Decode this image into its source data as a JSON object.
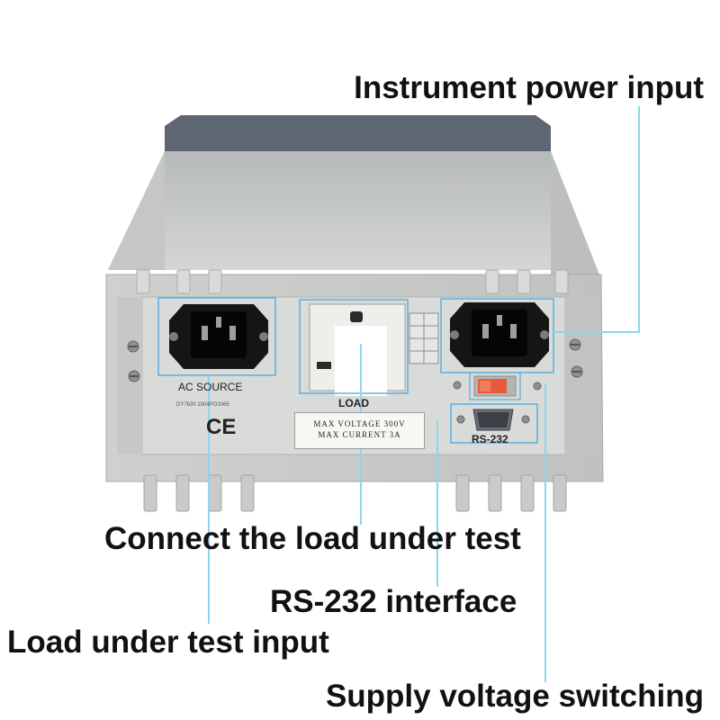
{
  "callouts": {
    "power_input": "Instrument power input",
    "connect_load": "Connect the load under test",
    "rs232_interface": "RS-232 interface",
    "load_input": "Load under test input",
    "supply_switching": "Supply voltage switching"
  },
  "panel": {
    "ac_source": "AC SOURCE",
    "serial": "DY7630 1904PO1065",
    "ce_mark": "CE",
    "load": "LOAD",
    "max_voltage": "MAX VOLTAGE 300V",
    "max_current": "MAX CURRENT 3A",
    "rs232": "RS-232"
  },
  "colors": {
    "callout_line": "#8ed4ee",
    "panel_highlight": "#4aa8e0",
    "housing": "#c7c9c7",
    "back_panel": "#d9dbd8"
  }
}
